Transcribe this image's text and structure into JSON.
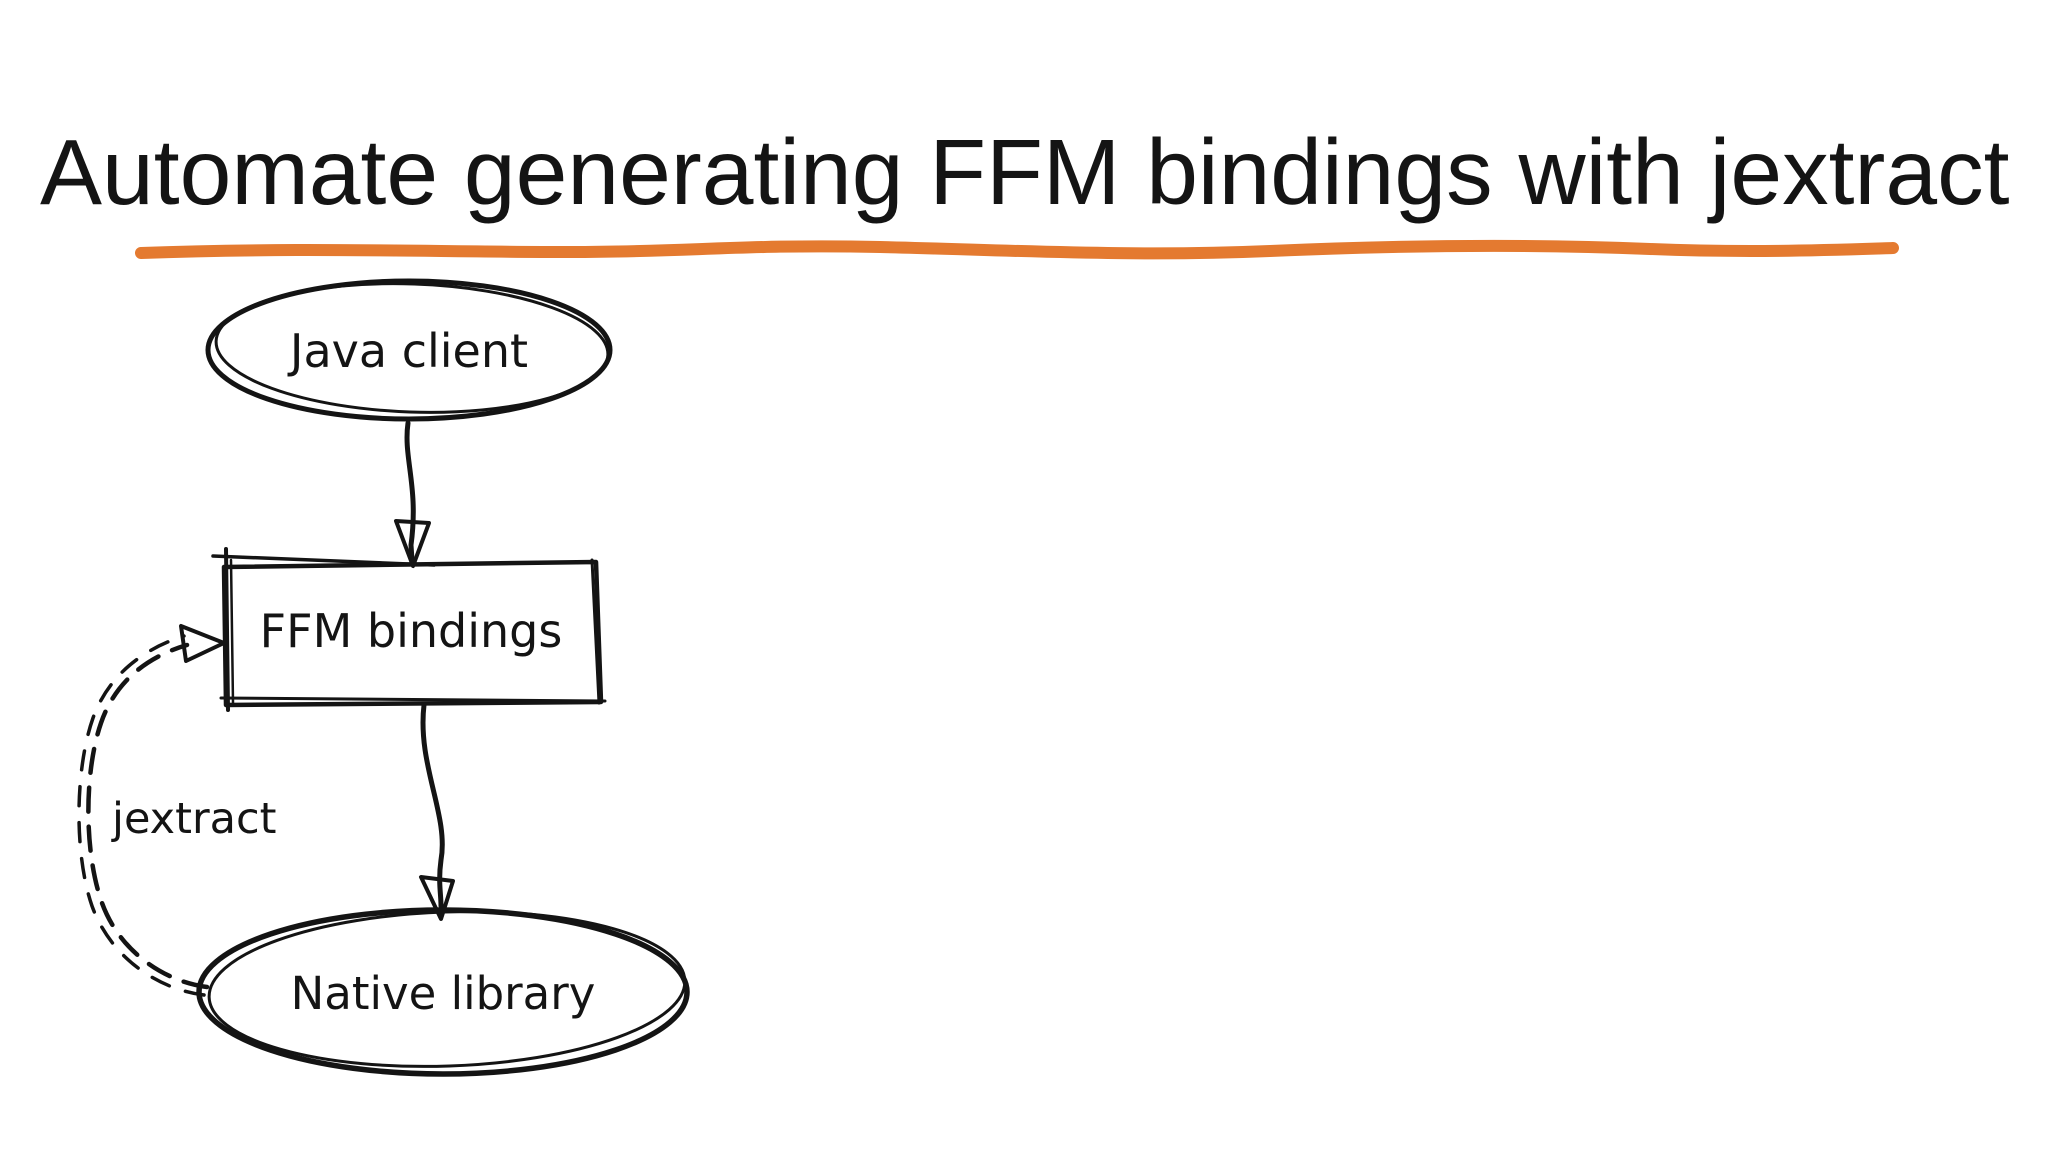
{
  "slide": {
    "title": "Automate generating FFM bindings with jextract",
    "background_color": "#ffffff",
    "ink_color": "#141414",
    "accent_color": "#e47a30"
  },
  "diagram": {
    "nodes": [
      {
        "id": "java-client",
        "label": "Java client",
        "shape": "ellipse"
      },
      {
        "id": "ffm-bindings",
        "label": "FFM bindings",
        "shape": "rectangle"
      },
      {
        "id": "native-library",
        "label": "Native library",
        "shape": "ellipse"
      }
    ],
    "edges": [
      {
        "from": "Java client",
        "to": "FFM bindings",
        "style": "solid",
        "label": ""
      },
      {
        "from": "FFM bindings",
        "to": "Native library",
        "style": "solid",
        "label": ""
      },
      {
        "from": "Native library",
        "to": "FFM bindings",
        "style": "dashed",
        "label": "jextract"
      }
    ]
  }
}
